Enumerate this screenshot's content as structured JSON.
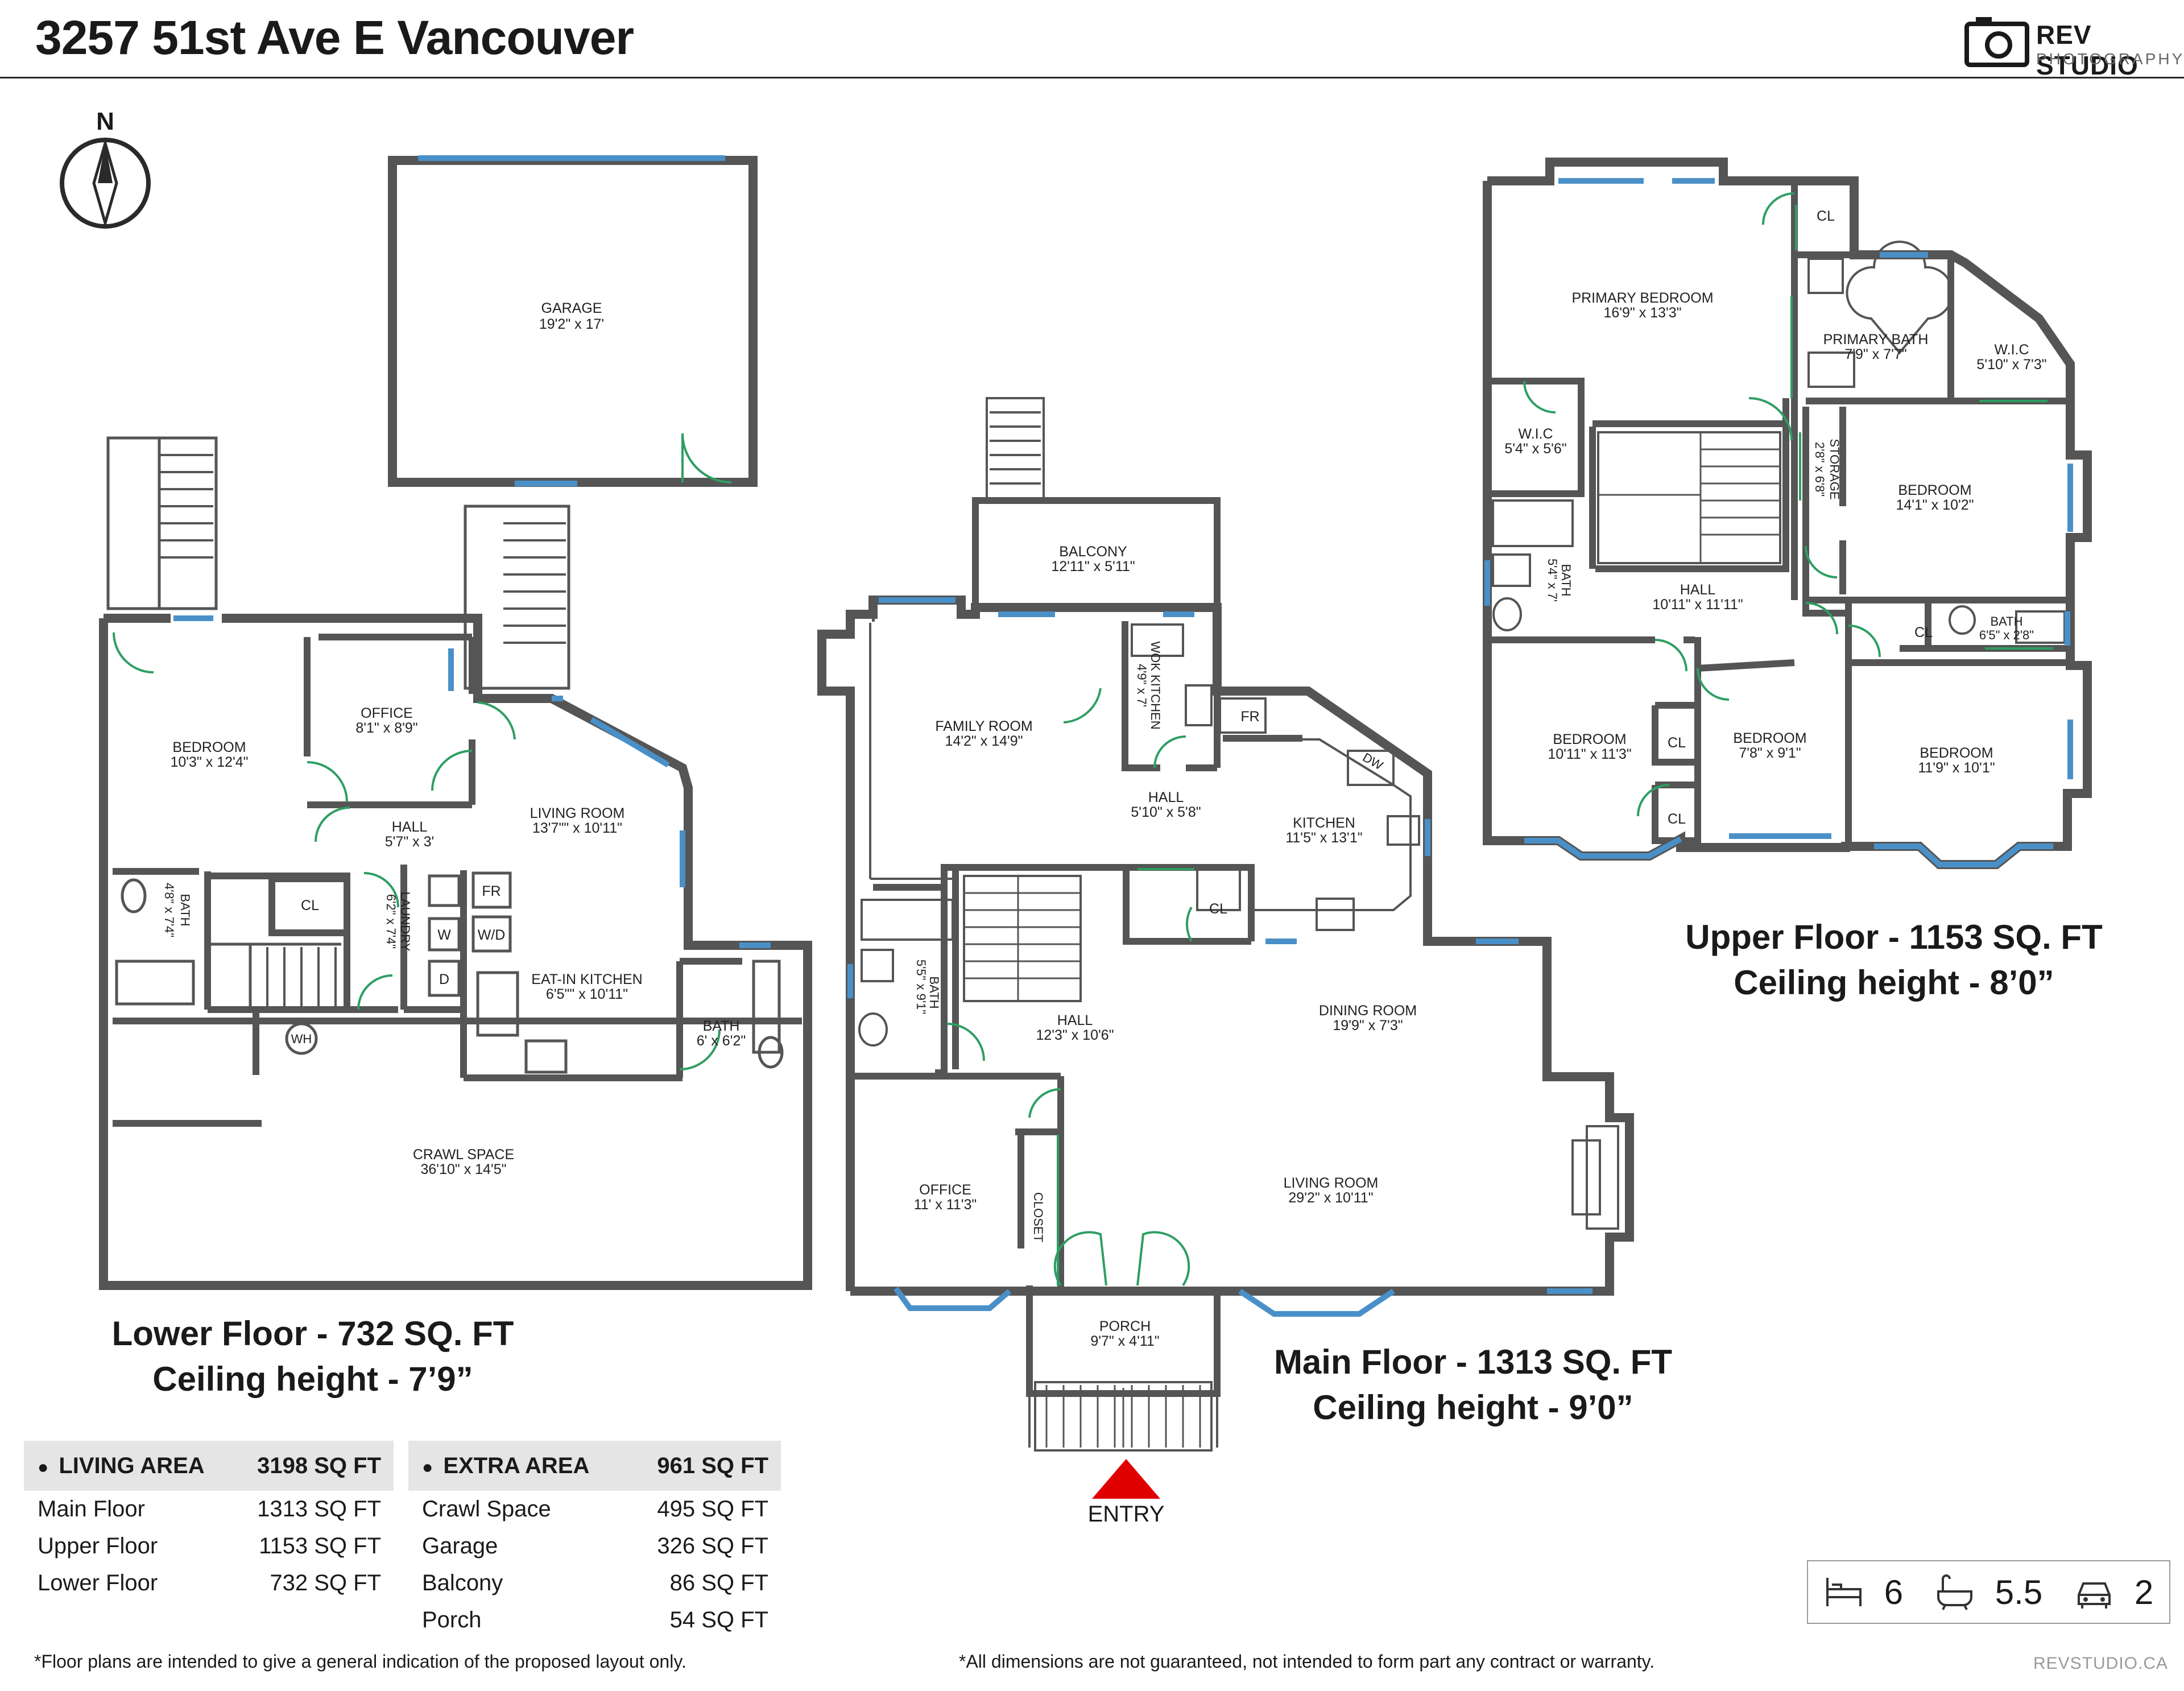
{
  "header": {
    "title": "3257 51st Ave E Vancouver",
    "brand": "REV STUDIO",
    "brand_sub": "PHOTOGRAPHY"
  },
  "compass_label": "N",
  "floors": {
    "lower": {
      "caption_line1": "Lower Floor - 732 SQ. FT",
      "caption_line2": "Ceiling height - 7’9”",
      "rooms": {
        "garage": {
          "name": "GARAGE",
          "size": "19'2\" x 17'"
        },
        "bedroom": {
          "name": "BEDROOM",
          "size": "10'3\" x 12'4\""
        },
        "office": {
          "name": "OFFICE",
          "size": "8'1\" x 8'9\""
        },
        "hall": {
          "name": "HALL",
          "size": "5'7\" x 3'"
        },
        "living": {
          "name": "LIVING ROOM",
          "size": "13'7\"\" x 10'11\""
        },
        "bath": {
          "name": "BATH",
          "size": "4'8\" x 7'4\""
        },
        "cl": {
          "name": "CL"
        },
        "laundry": {
          "name": "LAUNDRY",
          "size": "6'2\" x 7'4\""
        },
        "fr": {
          "name": "FR"
        },
        "w": {
          "name": "W"
        },
        "wd": {
          "name": "W/D"
        },
        "d": {
          "name": "D"
        },
        "eatin": {
          "name": "EAT-IN KITCHEN",
          "size": "6'5\"\" x 10'11\""
        },
        "bath2": {
          "name": "BATH",
          "size": "6' x 6'2\""
        },
        "wh": {
          "name": "WH"
        },
        "crawl": {
          "name": "CRAWL SPACE",
          "size": "36'10\" x 14'5\""
        }
      }
    },
    "main": {
      "caption_line1": "Main Floor - 1313 SQ. FT",
      "caption_line2": "Ceiling height - 9’0”",
      "rooms": {
        "balcony": {
          "name": "BALCONY",
          "size": "12'11\" x 5'11\""
        },
        "family": {
          "name": "FAMILY ROOM",
          "size": "14'2\" x 14'9\""
        },
        "wok": {
          "name": "WOK KITCHEN",
          "size": "4'9\" x 7'"
        },
        "fr": {
          "name": "FR"
        },
        "dw": {
          "name": "DW"
        },
        "hall1": {
          "name": "HALL",
          "size": "5'10\" x 5'8\""
        },
        "kitchen": {
          "name": "KITCHEN",
          "size": "11'5\" x 13'1\""
        },
        "cl": {
          "name": "CL"
        },
        "bath": {
          "name": "BATH",
          "size": "5'5\" x 9'1\""
        },
        "hall2": {
          "name": "HALL",
          "size": "12'3\" x 10'6\""
        },
        "dining": {
          "name": "DINING ROOM",
          "size": "19'9\" x 7'3\""
        },
        "office": {
          "name": "OFFICE",
          "size": "11' x 11'3\""
        },
        "closet": {
          "name": "CLOSET"
        },
        "living": {
          "name": "LIVING ROOM",
          "size": "29'2\" x 10'11\""
        },
        "porch": {
          "name": "PORCH",
          "size": "9'7\" x 4'11\""
        }
      },
      "entry_label": "ENTRY"
    },
    "upper": {
      "caption_line1": "Upper Floor - 1153 SQ. FT",
      "caption_line2": "Ceiling height - 8’0”",
      "rooms": {
        "cl1": {
          "name": "CL"
        },
        "primary": {
          "name": "PRIMARY BEDROOM",
          "size": "16'9\" x 13'3\""
        },
        "pbath": {
          "name": "PRIMARY BATH",
          "size": "7'9\" x 7'7\""
        },
        "wic1": {
          "name": "W.I.C",
          "size": "5'10\" x 7'3\""
        },
        "wic2": {
          "name": "W.I.C",
          "size": "5'4\" x 5'6\""
        },
        "storage": {
          "name": "STORAGE",
          "size": "2'8\" x 6'8\""
        },
        "bed2": {
          "name": "BEDROOM",
          "size": "14'1\" x 10'2\""
        },
        "bath": {
          "name": "BATH",
          "size": "5'4\" x 7'"
        },
        "hall": {
          "name": "HALL",
          "size": "10'11\" x 11'11\""
        },
        "cl2": {
          "name": "CL"
        },
        "bath2": {
          "name": "BATH",
          "size": "6'5\" x 2'8\""
        },
        "bed3": {
          "name": "BEDROOM",
          "size": "10'11\" x 11'3\""
        },
        "cl3": {
          "name": "CL"
        },
        "bed4": {
          "name": "BEDROOM",
          "size": "7'8\" x 9'1\""
        },
        "cl4": {
          "name": "CL"
        },
        "bed5": {
          "name": "BEDROOM",
          "size": "11'9\" x 10'1\""
        }
      }
    }
  },
  "areas": {
    "living": {
      "label": "LIVING AREA",
      "total": "3198 SQ FT",
      "rows": [
        {
          "name": "Main Floor",
          "value": "1313 SQ FT"
        },
        {
          "name": "Upper Floor",
          "value": "1153 SQ FT"
        },
        {
          "name": "Lower Floor",
          "value": "732 SQ FT"
        }
      ]
    },
    "extra": {
      "label": "EXTRA AREA",
      "total": "961 SQ FT",
      "rows": [
        {
          "name": "Crawl Space",
          "value": "495 SQ FT"
        },
        {
          "name": "Garage",
          "value": "326 SQ FT"
        },
        {
          "name": "Balcony",
          "value": "86 SQ FT"
        },
        {
          "name": "Porch",
          "value": "54 SQ FT"
        }
      ]
    }
  },
  "summary": {
    "beds": "6",
    "baths": "5.5",
    "parking": "2",
    "bed_icon": "bed-icon",
    "bath_icon": "bathtub-icon",
    "car_icon": "car-icon"
  },
  "footer": {
    "note_left": "*Floor plans are intended to give a general indication of the proposed layout only.",
    "note_right": "*All dimensions are not guaranteed, not intended to form part any contract or warranty.",
    "site": "REVSTUDIO.CA"
  },
  "colors": {
    "wall": "#555555",
    "window": "#4a90c8",
    "door": "#2e9e63",
    "entry_marker": "#e00000"
  }
}
